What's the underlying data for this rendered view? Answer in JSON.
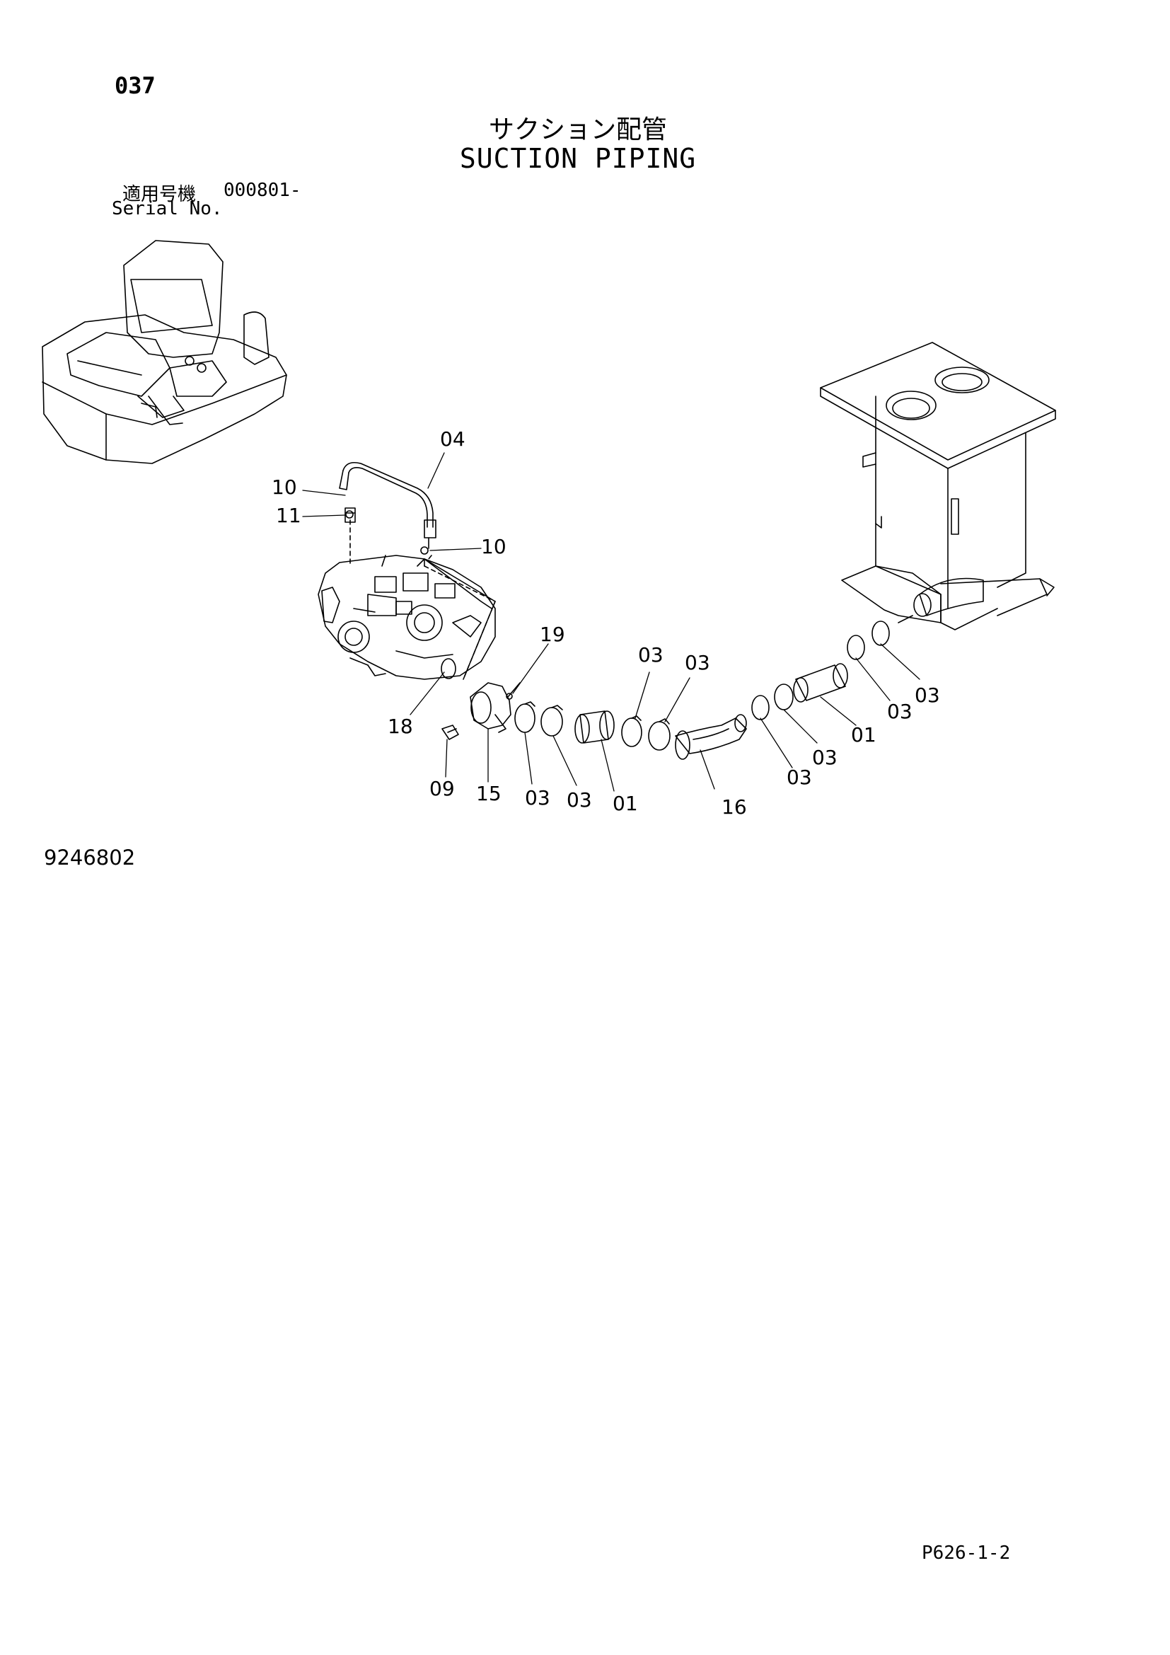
{
  "header": {
    "page_number": "037",
    "title_jp": "サクション配管",
    "title_en": "SUCTION PIPING",
    "serial_label_jp": "適用号機",
    "serial_range": "000801-",
    "serial_label_en": "Serial No."
  },
  "callouts": [
    {
      "id": "c-04",
      "label": "04"
    },
    {
      "id": "c-10a",
      "label": "10"
    },
    {
      "id": "c-11",
      "label": "11"
    },
    {
      "id": "c-10b",
      "label": "10"
    },
    {
      "id": "c-19",
      "label": "19"
    },
    {
      "id": "c-03a",
      "label": "03"
    },
    {
      "id": "c-03b",
      "label": "03"
    },
    {
      "id": "c-18",
      "label": "18"
    },
    {
      "id": "c-09",
      "label": "09"
    },
    {
      "id": "c-15",
      "label": "15"
    },
    {
      "id": "c-03c",
      "label": "03"
    },
    {
      "id": "c-03d",
      "label": "03"
    },
    {
      "id": "c-01a",
      "label": "01"
    },
    {
      "id": "c-16",
      "label": "16"
    },
    {
      "id": "c-03e",
      "label": "03"
    },
    {
      "id": "c-03f",
      "label": "03"
    },
    {
      "id": "c-01b",
      "label": "01"
    },
    {
      "id": "c-03g",
      "label": "03"
    },
    {
      "id": "c-03h",
      "label": "03"
    }
  ],
  "footer": {
    "drawing_number": "9246802",
    "page_ref": "P626-1-2"
  }
}
